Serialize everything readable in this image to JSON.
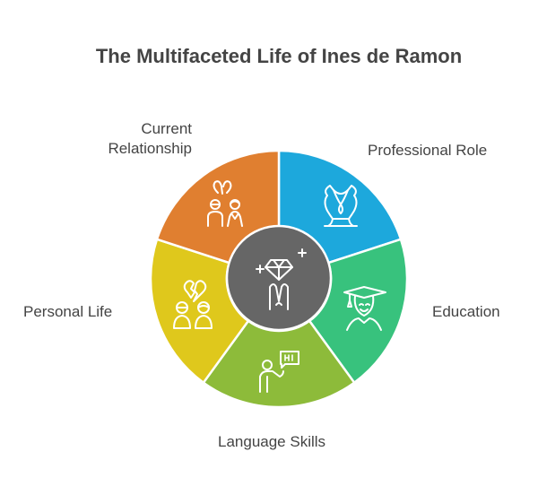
{
  "title": "The Multifaceted Life of Ines de Ramon",
  "center": {
    "icon": "diamond-person-icon",
    "color": "#666666"
  },
  "segments": [
    {
      "label": "Professional Role",
      "color": "#1da8dc",
      "icon": "necklace-display-icon"
    },
    {
      "label": "Education",
      "color": "#38c27d",
      "icon": "graduate-icon"
    },
    {
      "label": "Language Skills",
      "color": "#8dbb3a",
      "icon": "speaker-hi-icon"
    },
    {
      "label": "Personal Life",
      "color": "#dfc81c",
      "icon": "broken-heart-couple-icon"
    },
    {
      "label_line1": "Current",
      "label_line2": "Relationship",
      "color": "#e07f30",
      "icon": "couple-balloons-icon"
    }
  ]
}
